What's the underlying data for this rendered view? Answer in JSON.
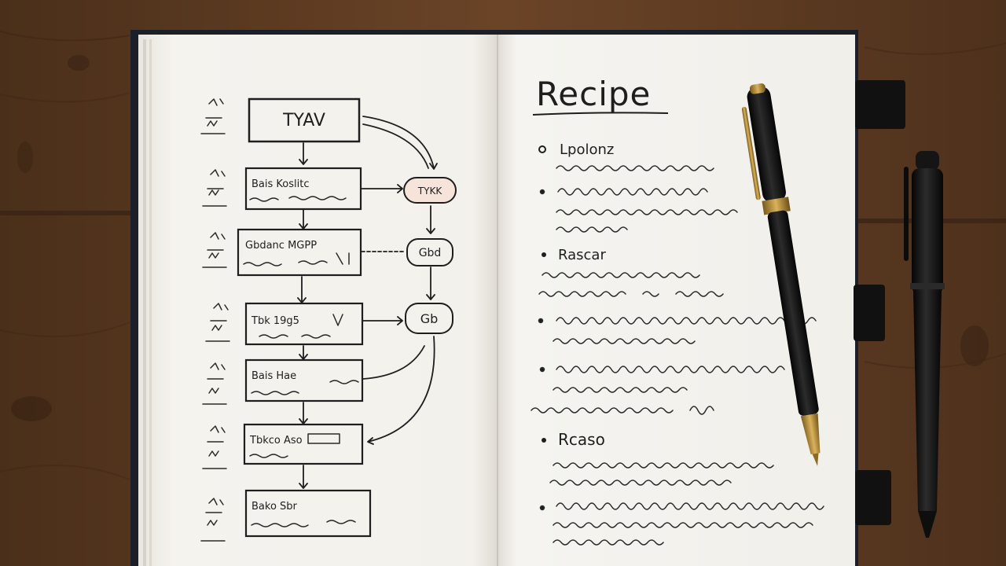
{
  "left_page": {
    "flowchart": {
      "top_box_label": "TYAV",
      "step_labels": [
        "Bais Koslitc",
        "Gbdanc MGPP",
        "Tbk 19g5",
        "Bais Hae",
        "Tbkco Aso",
        "Bako Sbr"
      ],
      "side_node_labels": [
        "TYKK",
        "Gbd",
        "Gb"
      ]
    }
  },
  "right_page": {
    "title": "Recipe",
    "sections": [
      {
        "bullet": "Lpolonz"
      },
      {
        "bullet": "Rascar"
      },
      {
        "bullet": "Rcaso"
      }
    ]
  },
  "colors": {
    "wood": "#5a3a22",
    "paper": "#f4f2ed",
    "ink": "#1e1e1e",
    "pen_gold": "#b8913a",
    "highlight_node": "#e9a88a"
  }
}
